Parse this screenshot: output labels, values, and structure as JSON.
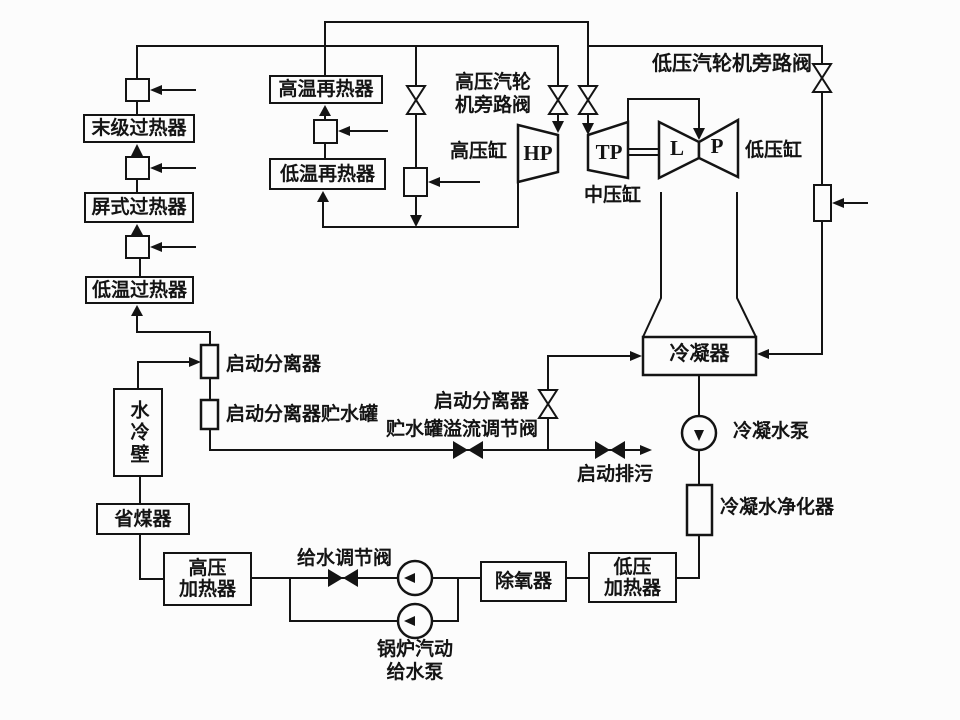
{
  "diagram": {
    "background": "#fcfcfc",
    "line_color": "#141414",
    "boxes": {
      "final_superheater": "末级过热器",
      "platen_superheater": "屏式过热器",
      "low_temp_superheater": "低温过热器",
      "high_temp_reheater": "高温再热器",
      "low_temp_reheater": "低温再热器",
      "water_wall": "水冷壁",
      "economizer": "省煤器",
      "hp_heater": {
        "line1": "高压",
        "line2": "加热器"
      },
      "deaerator": "除氧器",
      "lp_heater": {
        "line1": "低压",
        "line2": "加热器"
      },
      "condenser": "冷凝器"
    },
    "turbine": {
      "hp_abbr": "HP",
      "ip_abbr": "TP",
      "lp_left_abbr": "L",
      "lp_right_abbr": "P",
      "hp_cylinder": "高压缸",
      "ip_cylinder": "中压缸",
      "lp_cylinder": "低压缸"
    },
    "valve_labels": {
      "hp_bypass": {
        "line1": "高压汽轮",
        "line2": "机旁路阀"
      },
      "lp_bypass": "低压汽轮机旁路阀",
      "feedwater_control": "给水调节阀",
      "overflow": {
        "line1": "启动分离器",
        "line2": "贮水罐溢流调节阀"
      },
      "startup_drain": "启动排污"
    },
    "equipment_labels": {
      "startup_separator": "启动分离器",
      "separator_tank": "启动分离器贮水罐",
      "condensate_pump": "冷凝水泵",
      "condensate_polisher": "冷凝水净化器",
      "boiler_feed_pump": {
        "line1": "锅炉汽动",
        "line2": "给水泵"
      }
    }
  }
}
